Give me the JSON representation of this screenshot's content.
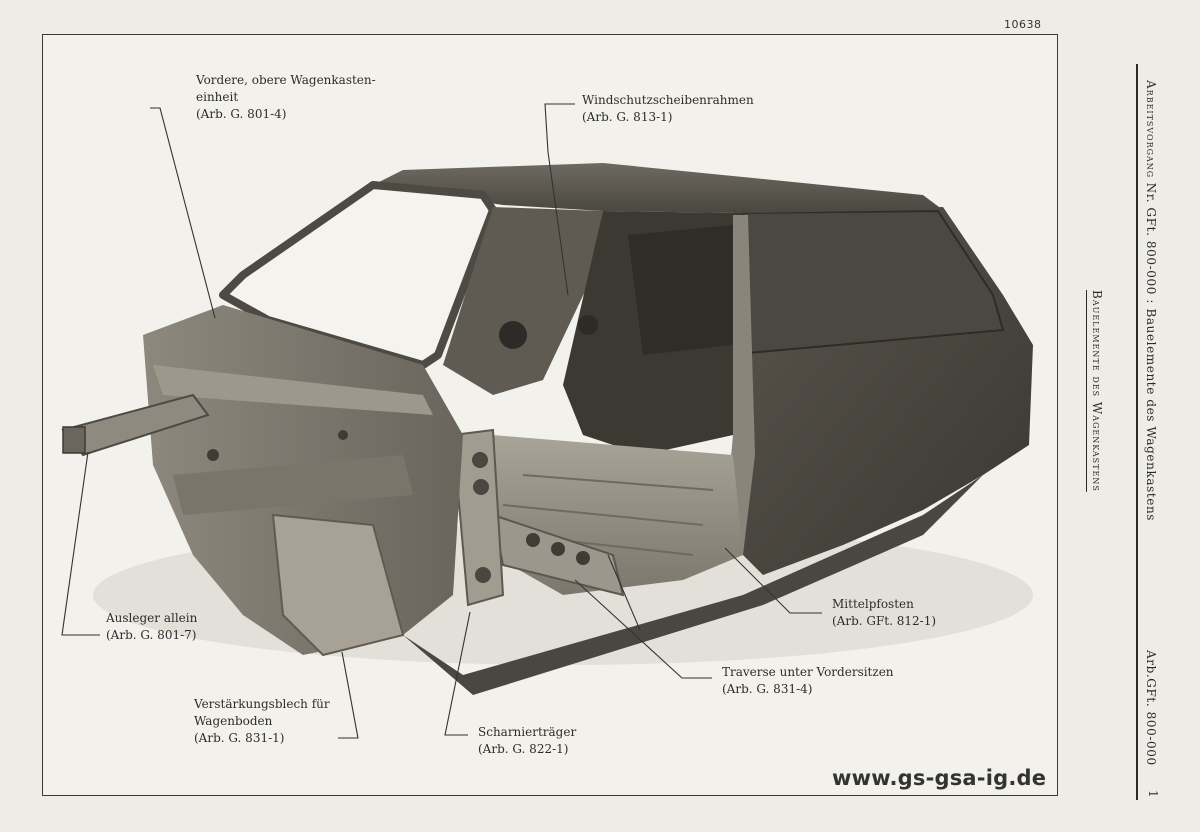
{
  "page": {
    "number": "10638"
  },
  "labels": {
    "front_upper": {
      "line1": "Vordere, obere Wagenkasten-",
      "line2": "einheit",
      "ref": "(Arb. G. 801-4)"
    },
    "windshield_frame": {
      "line1": "Windschutzscheibenrahmen",
      "ref": "(Arb. G. 813-1)"
    },
    "boom": {
      "line1": "Ausleger allein",
      "ref": "(Arb. G. 801-7)"
    },
    "center_pillar": {
      "line1": "Mittelpfosten",
      "ref": "(Arb. GFt. 812-1)"
    },
    "crossmember": {
      "line1": "Traverse unter Vordersitzen",
      "ref": "(Arb. G. 831-4)"
    },
    "floor_reinforcement": {
      "line1": "Verstärkungsblech für",
      "line2": "Wagenboden",
      "ref": "(Arb. G. 831-1)"
    },
    "hinge_carrier": {
      "line1": "Scharnierträger",
      "ref": "(Arb. G. 822-1)"
    }
  },
  "watermark": "www.gs-gsa-ig.de",
  "sidebar": {
    "operation_caps": "Arbeitsvorgang",
    "operation_rest": "Nr. GFt. 800-000 : Bauelemente des Wagenkastens",
    "section_title": "Bauelemente des Wagenkastens",
    "ref": "Arb.GFt. 800-000",
    "page": "1"
  }
}
